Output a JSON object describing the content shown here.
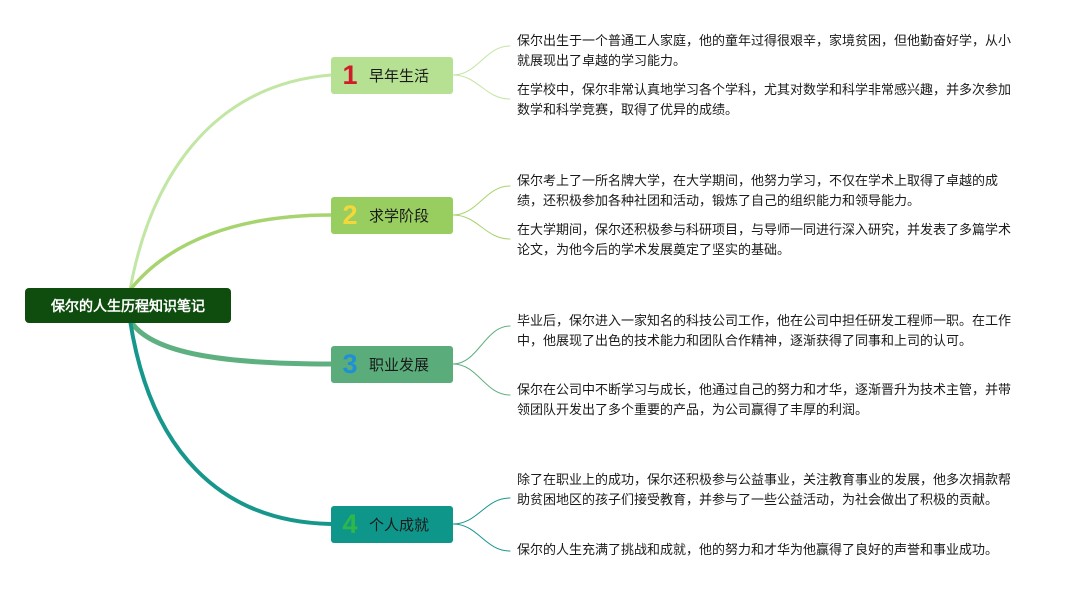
{
  "root": {
    "title": "保尔的人生历程知识笔记"
  },
  "branches": [
    {
      "number": "1",
      "label": "早年生活",
      "fill": "#b6e193",
      "number_color": "#d11a2a",
      "line_color": "#c2e6a3",
      "notes": [
        "保尔出生于一个普通工人家庭，他的童年过得很艰辛，家境贫困，但他勤奋好学，从小就展现出了卓越的学习能力。",
        "在学校中，保尔非常认真地学习各个学科，尤其对数学和科学非常感兴趣，并多次参加数学和科学竞赛，取得了优异的成绩。"
      ]
    },
    {
      "number": "2",
      "label": "求学阶段",
      "fill": "#98cd5f",
      "number_color": "#f4d83a",
      "line_color": "#a7d46f",
      "notes": [
        "保尔考上了一所名牌大学，在大学期间，他努力学习，不仅在学术上取得了卓越的成绩，还积极参加各种社团和活动，锻炼了自己的组织能力和领导能力。",
        "在大学期间，保尔还积极参与科研项目，与导师一同进行深入研究，并发表了多篇学术论文，为他今后的学术发展奠定了坚实的基础。"
      ]
    },
    {
      "number": "3",
      "label": "职业发展",
      "fill": "#5aad7a",
      "number_color": "#1f8fd6",
      "line_color": "#5fb081",
      "notes": [
        "毕业后，保尔进入一家知名的科技公司工作，他在公司中担任研发工程师一职。在工作中，他展现了出色的技术能力和团队合作精神，逐渐获得了同事和上司的认可。",
        "保尔在公司中不断学习与成长，他通过自己的努力和才华，逐渐晋升为技术主管，并带领团队开发出了多个重要的产品，为公司赢得了丰厚的利润。"
      ]
    },
    {
      "number": "4",
      "label": "个人成就",
      "fill": "#0f968b",
      "number_color": "#2fb84a",
      "line_color": "#17978c",
      "notes": [
        "除了在职业上的成功，保尔还积极参与公益事业，关注教育事业的发展，他多次捐款帮助贫困地区的孩子们接受教育，并参与了一些公益活动，为社会做出了积极的贡献。",
        "保尔的人生充满了挑战和成就，他的努力和才华为他赢得了良好的声誉和事业成功。"
      ]
    }
  ]
}
